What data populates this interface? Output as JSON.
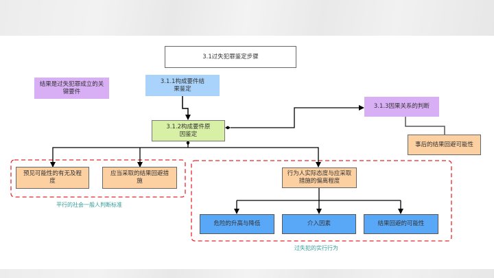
{
  "title": "3.1过失犯罪鉴定步骤",
  "note": "结果是过失犯罪成立的关键要件",
  "nodes": {
    "step311": "3.1.1构成要件结果鉴定",
    "step312": "3.1.2构成要件原因鉴定",
    "step313": "3.1.3因果关系的判断",
    "after_avoid": "事后的结果回避可能性",
    "foresee": "预见可能性的有无及程度",
    "measures": "应当采取的结果回避措施",
    "deviation": "行为人实际态度与应采取措施的偏离程度",
    "risk": "危险的升高与降低",
    "intervene": "介入因素",
    "possibility": "结果回避的可能性"
  },
  "groups": {
    "left_caption": "平行的社会一般人判断标准",
    "right_caption": "过失犯的实行行为"
  },
  "colors": {
    "group_border": "#e8262a",
    "caption": "#2f9d97",
    "purple": "#d8aef5",
    "light_blue": "#a9d3fb",
    "green": "#d8f0a6",
    "orange": "#fdd0a2",
    "blue": "#59a8f8"
  }
}
